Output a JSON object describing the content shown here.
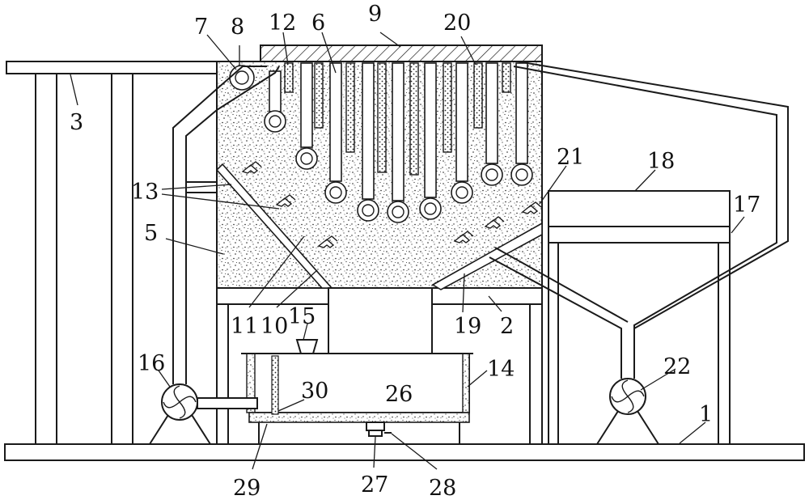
{
  "diagram": {
    "labels": [
      {
        "id": "1",
        "text": "1"
      },
      {
        "id": "2",
        "text": "2"
      },
      {
        "id": "3",
        "text": "3"
      },
      {
        "id": "5",
        "text": "5"
      },
      {
        "id": "6",
        "text": "6"
      },
      {
        "id": "7",
        "text": "7"
      },
      {
        "id": "8",
        "text": "8"
      },
      {
        "id": "9",
        "text": "9"
      },
      {
        "id": "10",
        "text": "10"
      },
      {
        "id": "11",
        "text": "11"
      },
      {
        "id": "12",
        "text": "12"
      },
      {
        "id": "13",
        "text": "13"
      },
      {
        "id": "14",
        "text": "14"
      },
      {
        "id": "15",
        "text": "15"
      },
      {
        "id": "16",
        "text": "16"
      },
      {
        "id": "17",
        "text": "17"
      },
      {
        "id": "18",
        "text": "18"
      },
      {
        "id": "19",
        "text": "19"
      },
      {
        "id": "20",
        "text": "20"
      },
      {
        "id": "21",
        "text": "21"
      },
      {
        "id": "22",
        "text": "22"
      },
      {
        "id": "26",
        "text": "26"
      },
      {
        "id": "27",
        "text": "27"
      },
      {
        "id": "28",
        "text": "28"
      },
      {
        "id": "29",
        "text": "29"
      },
      {
        "id": "30",
        "text": "30"
      }
    ]
  }
}
